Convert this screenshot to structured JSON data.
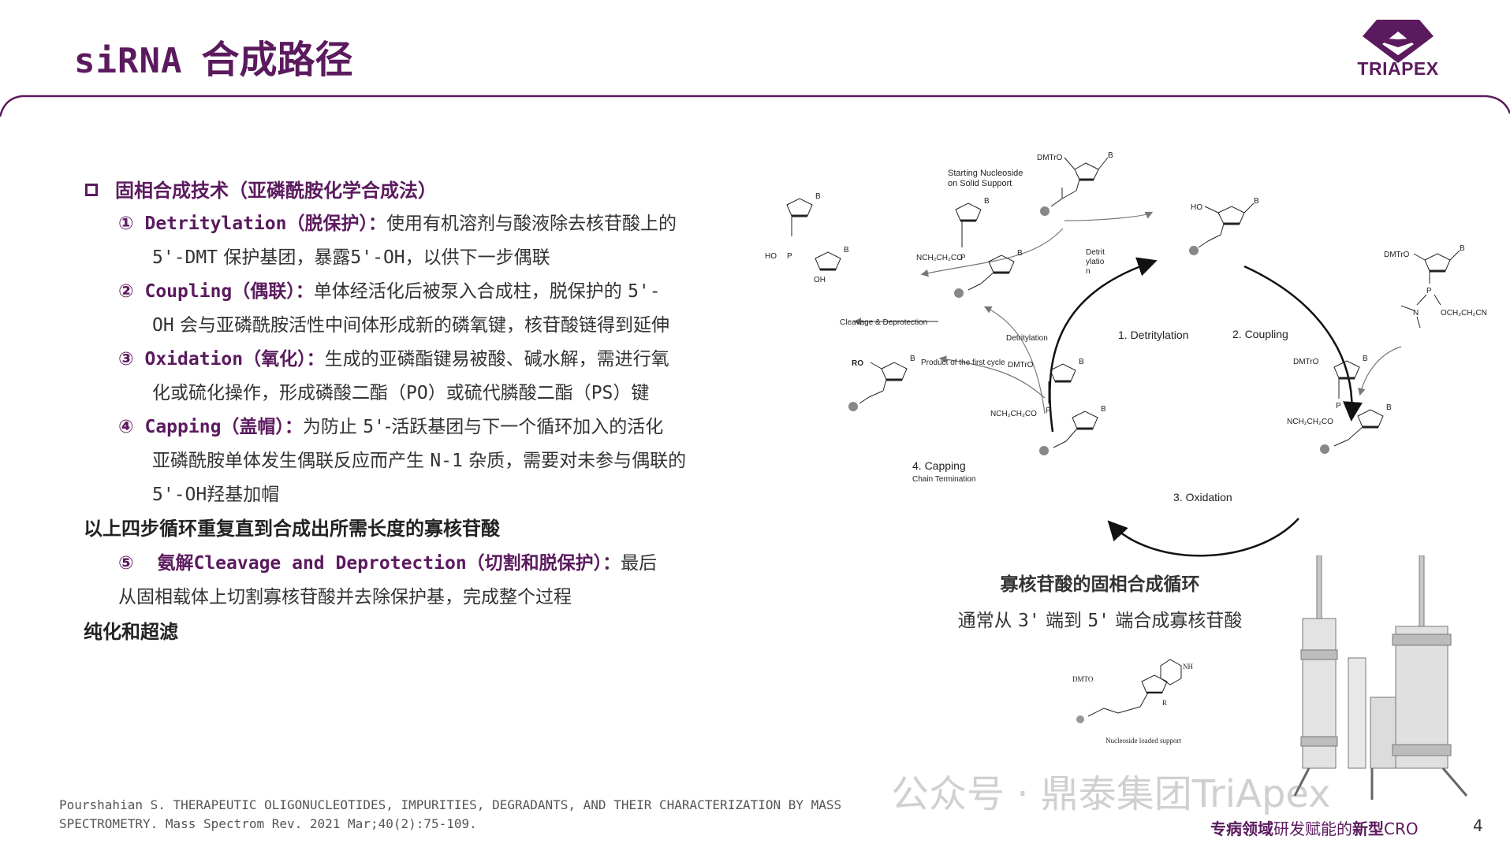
{
  "header": {
    "title_en": "siRNA",
    "title_zh": "合成路径",
    "logo_text": "TRIAPEX"
  },
  "content": {
    "heading": "固相合成技术（亚磷酰胺化学合成法）",
    "steps": [
      {
        "num": "①",
        "en": "Detritylation",
        "zh": "（脱保护）",
        "colon": "：",
        "line1": "使用有机溶剂与酸液除去核苷酸上的",
        "line2_a": "5'-DMT",
        "line2_b": " 保护基团，暴露",
        "line2_c": "5'-OH",
        "line2_d": "，以供下一步偶联"
      },
      {
        "num": "②",
        "en": "Coupling",
        "zh": "（偶联）",
        "colon": "：",
        "line1_a": "单体经活化后被泵入合成柱，脱保护的 ",
        "line1_b": "5'-",
        "line2_a": "OH",
        "line2_b": " 会与亚磷酰胺活性中间体形成新的磷氧键，核苷酸链得到延伸"
      },
      {
        "num": "③",
        "en": "Oxidation",
        "zh": "（氧化）",
        "colon": "：",
        "line1": "生成的亚磷酯键易被酸、碱水解，需进行氧",
        "line2_a": "化或硫化操作，形成磷酸二酯（",
        "line2_b": "PO",
        "line2_c": "）或硫代膦酸二酯（",
        "line2_d": "PS",
        "line2_e": "）键"
      },
      {
        "num": "④",
        "en": "Capping",
        "zh": "（盖帽）",
        "colon": "：",
        "line1_a": "为防止 ",
        "line1_b": "5'",
        "line1_c": "-活跃基团与下一个循环加入的活化",
        "line2_a": "亚磷酰胺单体发生偶联反应而产生 ",
        "line2_b": "N-1",
        "line2_c": " 杂质，需要对未参与偶联的",
        "line3_a": "5'-OH",
        "line3_b": "羟基加帽"
      }
    ],
    "repeat_line": "以上四步循环重复直到合成出所需长度的寡核苷酸",
    "step5": {
      "num": "⑤",
      "zh1": "氨解",
      "en": "Cleavage and Deprotection",
      "zh": "（切割和脱保护）",
      "colon": "：",
      "line1": "最后",
      "line2": "从固相载体上切割寡核苷酸并去除保护基，完成整个过程"
    },
    "purify_line": "纯化和超滤"
  },
  "diagram": {
    "start_label_1": "Starting Nucleoside",
    "start_label_2": "on Solid Support",
    "detrit_1": "Detrit",
    "detrit_2": "ylatio",
    "detrit_3": "n",
    "step1": "1. Detritylation",
    "step2": "2. Coupling",
    "step3": "3. Oxidation",
    "step4a": "4. Capping",
    "step4b": "Chain Termination",
    "cleavage": "Cleavage & Deprotection",
    "detritylation_small": "Detritylation",
    "product_first": "Product of the first cycle",
    "dmtro": "DMTrO",
    "ho": "HO",
    "oh": "OH",
    "ro": "RO",
    "b1": "B",
    "b2": "B",
    "p": "P",
    "o": "O",
    "n": "N",
    "cyano": "NCH₂CH₂CO",
    "ocyano": "OCH₂CH₂CN",
    "caption1": "寡核苷酸的固相合成循环",
    "caption2_a": "通常从 ",
    "caption2_b": "3'",
    "caption2_c": " 端到 ",
    "caption2_d": "5'",
    "caption2_e": " 端合成寡核苷酸"
  },
  "synth": {
    "dmto": "DMTO",
    "nh": "NH",
    "r": "R",
    "support": "Nucleoside loaded support"
  },
  "footer": {
    "ref_line1": "Pourshahian S. THERAPEUTIC OLIGONUCLEOTIDES, IMPURITIES, DEGRADANTS, AND THEIR CHARACTERIZATION BY MASS",
    "ref_line2": "SPECTROMETRY. Mass Spectrom Rev. 2021 Mar;40(2):75-109.",
    "watermark": "公众号 · 鼎泰集团TriApex",
    "tag_bold1": "专病领域",
    "tag_mid": "研发赋能的",
    "tag_bold2": "新型",
    "tag_end": "CRO",
    "page": "4"
  },
  "colors": {
    "brand": "#5b1a5e",
    "text": "#333333"
  }
}
